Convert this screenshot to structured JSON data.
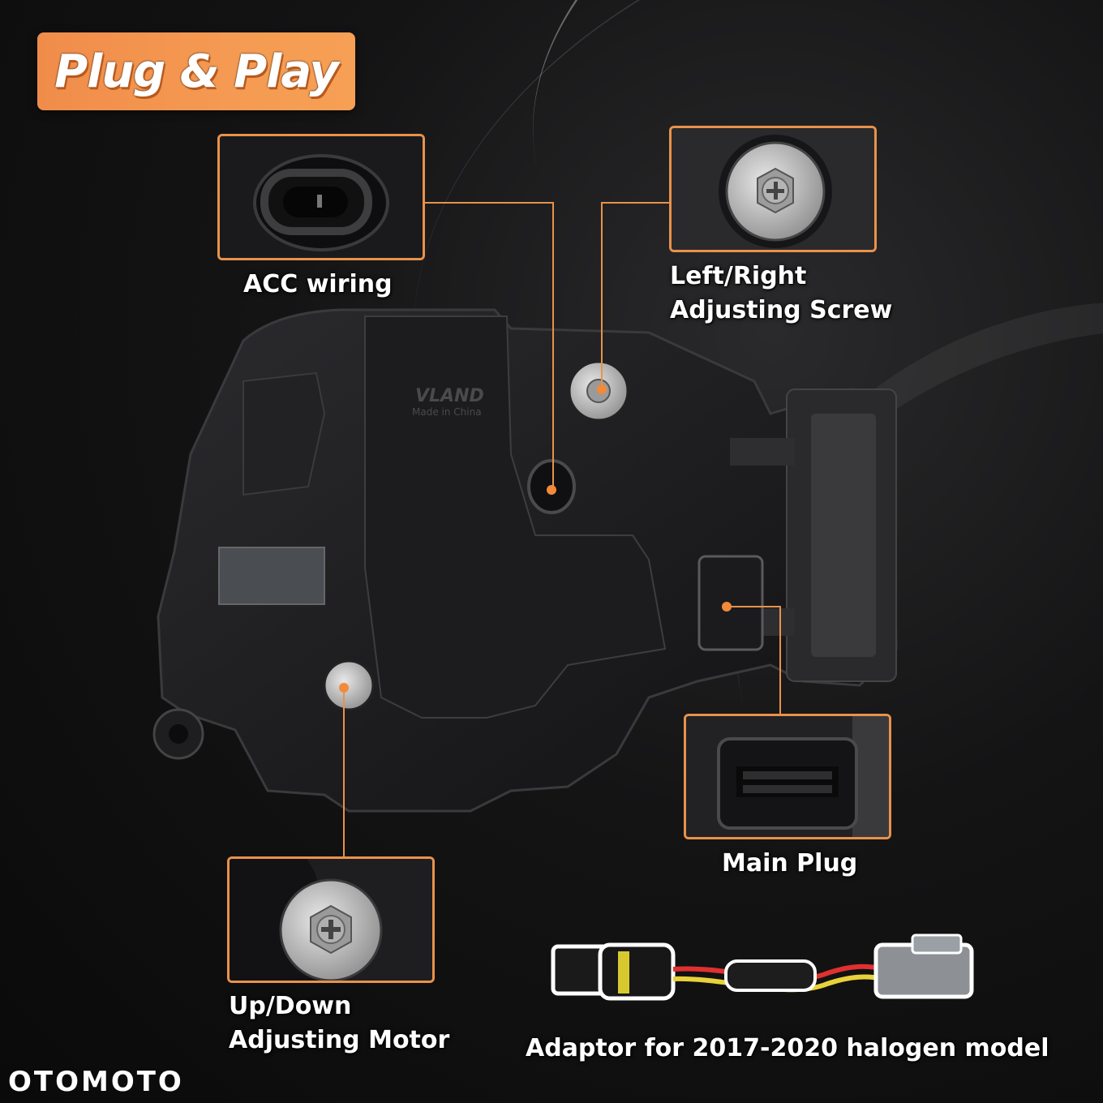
{
  "banner": {
    "title": "Plug & Play"
  },
  "labels": {
    "acc_wiring": "ACC wiring",
    "lr_screw_line1": "Left/Right",
    "lr_screw_line2": "Adjusting Screw",
    "main_plug": "Main Plug",
    "motor_line1": "Up/Down",
    "motor_line2": "Adjusting Motor",
    "adaptor": "Adaptor for 2017-2020 halogen model"
  },
  "housing_text": {
    "brand": "VLAND",
    "origin": "Made in China"
  },
  "watermark": "OTOMOTO",
  "colors": {
    "accent": "#e8924a",
    "banner": "#f59a52",
    "background": "#0b0b0c",
    "dot": "#f28a3a"
  }
}
